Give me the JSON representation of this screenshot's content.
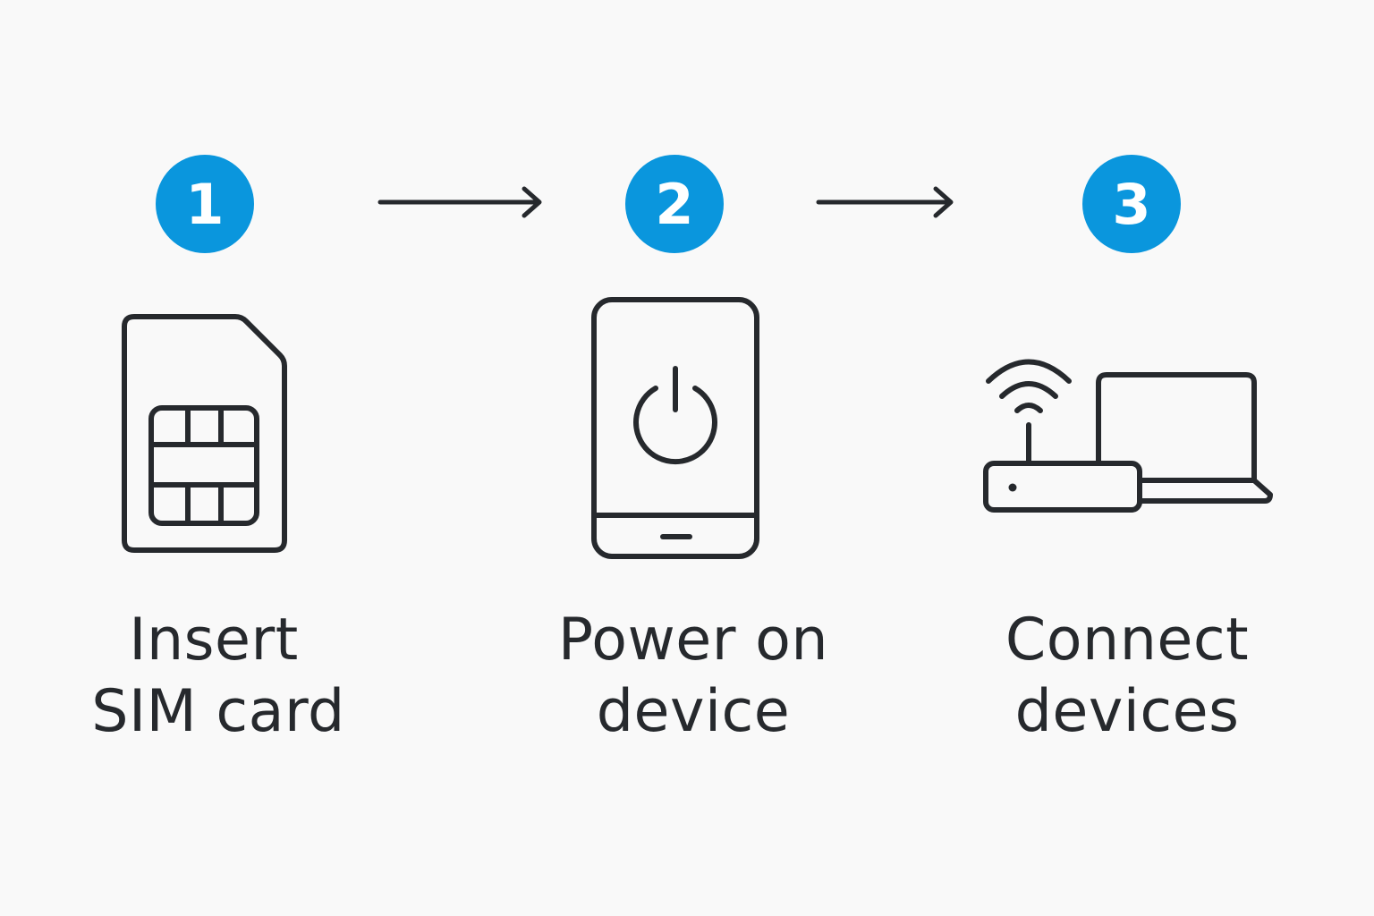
{
  "colors": {
    "background": "#f9f9f9",
    "accent": "#0a96dd",
    "ink": "#26292d"
  },
  "steps": [
    {
      "number": "1",
      "icon": "sim-card-icon",
      "label_line1": "Insert",
      "label_line2": "SIM card"
    },
    {
      "number": "2",
      "icon": "phone-power-icon",
      "label_line1": "Power on",
      "label_line2": "device"
    },
    {
      "number": "3",
      "icon": "router-laptop-icon",
      "label_line1": "Connect",
      "label_line2": "devices"
    }
  ],
  "connectors": [
    {
      "icon": "arrow-right-icon"
    },
    {
      "icon": "arrow-right-icon"
    }
  ]
}
